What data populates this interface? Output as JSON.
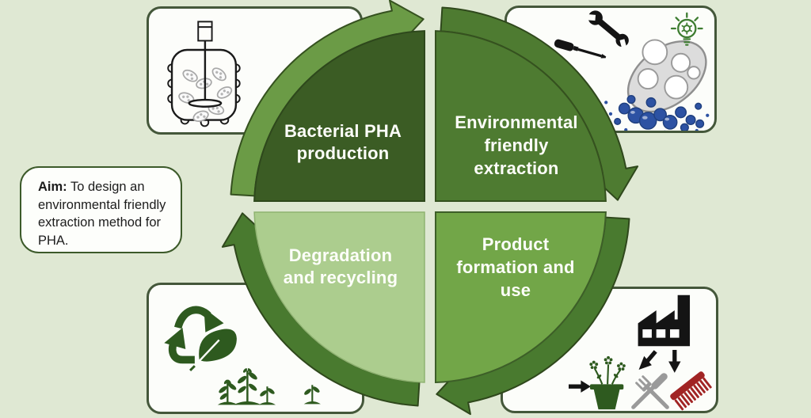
{
  "background_color": "#dfe8d3",
  "aim_box": {
    "prefix": "Aim:",
    "text": "To design an environmental friendly extraction method for PHA."
  },
  "cycle": {
    "direction": "clockwise",
    "steps": [
      {
        "id": "bacterial-pha-production",
        "label": "Bacterial PHA\nproduction",
        "position": "top-left",
        "colors": {
          "quadrant": "#3b5c24",
          "arrow": "#6b9b46"
        },
        "corner_icon": "stirred-bioreactor-with-bacteria"
      },
      {
        "id": "environmental-friendly-extraction",
        "label": "Environmental\nfriendly\nextraction",
        "position": "top-right",
        "colors": {
          "quadrant": "#4e7b31",
          "arrow": "#4e7b31"
        },
        "corner_icon": "tools-idea-bulb-and-cell-releasing-pha-granules"
      },
      {
        "id": "product-formation-and-use",
        "label": "Product\nformation and\nuse",
        "position": "bottom-right",
        "colors": {
          "quadrant": "#72a648",
          "arrow": "#497a2f"
        },
        "corner_icon": "factory-with-plant-pot-cutlery-and-comb"
      },
      {
        "id": "degradation-and-recycling",
        "label": "Degradation\nand recycling",
        "position": "bottom-left",
        "colors": {
          "quadrant": "#accd8e",
          "arrow": "#497a2f"
        },
        "corner_icon": "recycling-leaf-and-seedlings"
      }
    ]
  },
  "palette": {
    "outline_green": "#35511f",
    "card_border": "#44573a",
    "card_background": "#fcfdfa",
    "pha_granule_blue": "#2d52a3",
    "icon_black": "#141414",
    "icon_gray": "#9a9a9a",
    "recycle_green": "#2e5a1f",
    "bulb_green": "#3e7d31",
    "comb_red": "#a12424",
    "label_text": "#ffffff",
    "aim_text": "#1c1c1c"
  }
}
